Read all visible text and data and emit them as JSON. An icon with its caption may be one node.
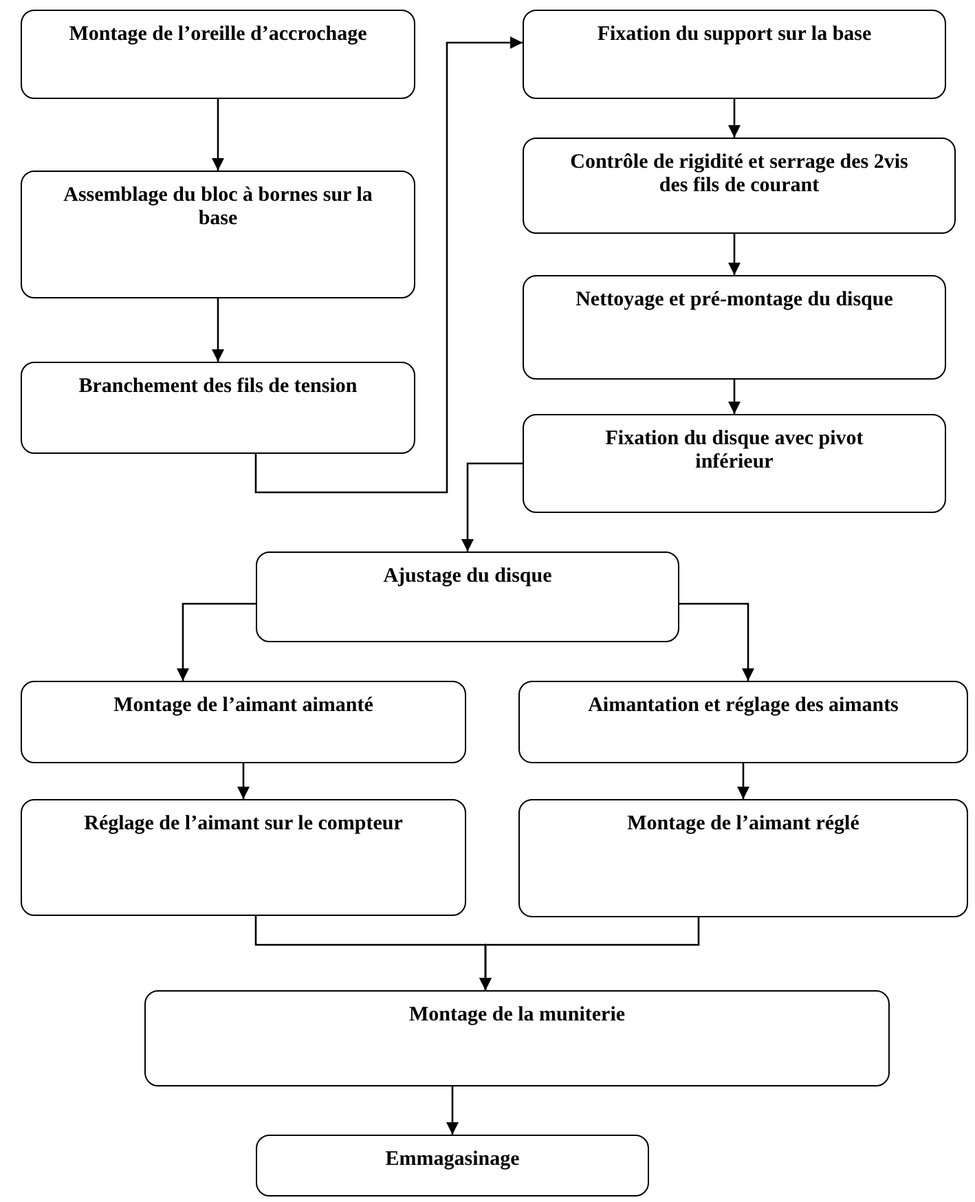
{
  "diagram": {
    "nodes": [
      {
        "text": [
          "Montage de l’oreille d’accrochage"
        ]
      },
      {
        "text": [
          "Assemblage du bloc à bornes sur la base"
        ]
      },
      {
        "text": [
          "Branchement des fils de tension"
        ]
      },
      {
        "text": [
          "Fixation du support sur la base"
        ]
      },
      {
        "text": [
          "Contrôle de rigidité et serrage des 2vis des fils de courant"
        ]
      },
      {
        "text": [
          "Nettoyage et pré-montage du disque"
        ]
      },
      {
        "text": [
          "Fixation du disque avec pivot inférieur"
        ]
      },
      {
        "text": [
          "Ajustage du disque"
        ]
      },
      {
        "text": [
          "Montage de l’aimant aimanté"
        ]
      },
      {
        "text": [
          "Aimantation et réglage des aimants"
        ]
      },
      {
        "text": [
          "Réglage de l’aimant sur le compteur"
        ]
      },
      {
        "text": [
          "Montage de l’aimant réglé"
        ]
      },
      {
        "text": [
          "Montage de la muniterie"
        ]
      },
      {
        "text": [
          "Emmagasinage"
        ]
      }
    ],
    "edges": [
      {
        "from": 0,
        "to": 1,
        "arrow": "to"
      },
      {
        "from": 1,
        "to": 2,
        "arrow": "to"
      },
      {
        "from": 2,
        "to": 3,
        "arrow": "to"
      },
      {
        "from": 3,
        "to": 4,
        "arrow": "to"
      },
      {
        "from": 4,
        "to": 5,
        "arrow": "to"
      },
      {
        "from": 5,
        "to": 6,
        "arrow": "to"
      },
      {
        "from": 6,
        "to": 7,
        "arrow": "to"
      },
      {
        "from": 7,
        "to": 8,
        "arrow": "to"
      },
      {
        "from": 7,
        "to": 9,
        "arrow": "to"
      },
      {
        "from": 8,
        "to": 10,
        "arrow": "to"
      },
      {
        "from": 9,
        "to": 11,
        "arrow": "to"
      },
      {
        "from": 10,
        "to": 12,
        "arrow": "to"
      },
      {
        "from": 11,
        "to": 12,
        "arrow": "to"
      },
      {
        "from": 12,
        "to": 13,
        "arrow": "to"
      }
    ]
  }
}
